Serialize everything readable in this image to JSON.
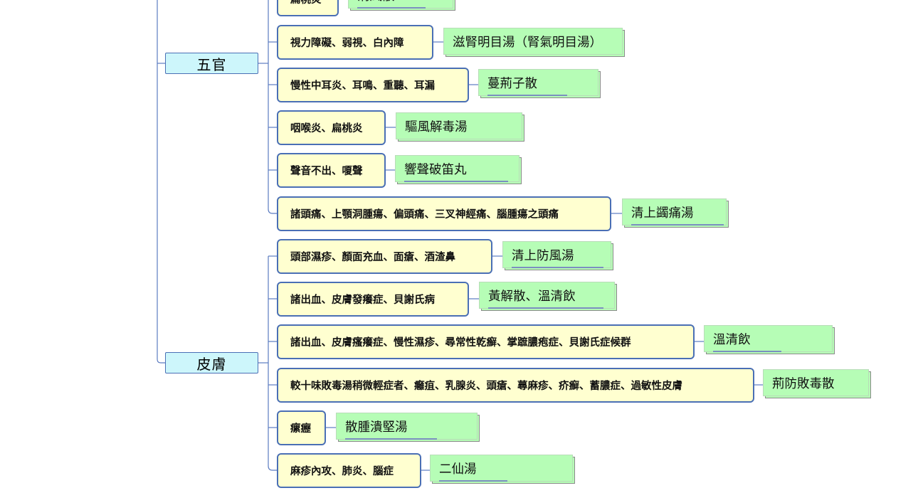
{
  "groups": [
    {
      "category": "五官",
      "items": [
        {
          "symptom": "扁桃炎",
          "remedy": "消風散"
        },
        {
          "symptom": "視力障礙、弱視、白內障",
          "remedy": "滋腎明目湯（腎氣明目湯）"
        },
        {
          "symptom": "慢性中耳炎、耳鳴、重聽、耳漏",
          "remedy": "蔓荊子散"
        },
        {
          "symptom": "咽喉炎、扁桃炎",
          "remedy": "驅風解毒湯"
        },
        {
          "symptom": "聲音不出、嗄聲",
          "remedy": "響聲破笛丸"
        },
        {
          "symptom": "諸頭痛、上顎洞腫瘍、偏頭痛、三叉神經痛、腦腫瘍之頭痛",
          "remedy": "清上蠲痛湯"
        }
      ]
    },
    {
      "category": "皮膚",
      "items": [
        {
          "symptom": "頭部濕疹、顏面充血、面瘡、酒渣鼻",
          "remedy": "清上防風湯"
        },
        {
          "symptom": "諸出血、皮膚發癢症、貝謝氏病",
          "remedy": "黃解散、溫清飲"
        },
        {
          "symptom": "諸出血、皮膚瘙癢症、慢性濕疹、尋常性乾癬、掌蹠膿疱症、貝謝氏症候群",
          "remedy": "溫清飲"
        },
        {
          "symptom": "較十味敗毒湯稍微輕症者、癰疽、乳腺炎、頭瘡、蕁麻疹、疥癬、蓄膿症、過敏性皮膚",
          "remedy": "荊防敗毒散"
        },
        {
          "symptom": "瘰癧",
          "remedy": "散腫潰堅湯"
        },
        {
          "symptom": "麻疹內攻、肺炎、腦症",
          "remedy": "二仙湯"
        }
      ]
    }
  ]
}
